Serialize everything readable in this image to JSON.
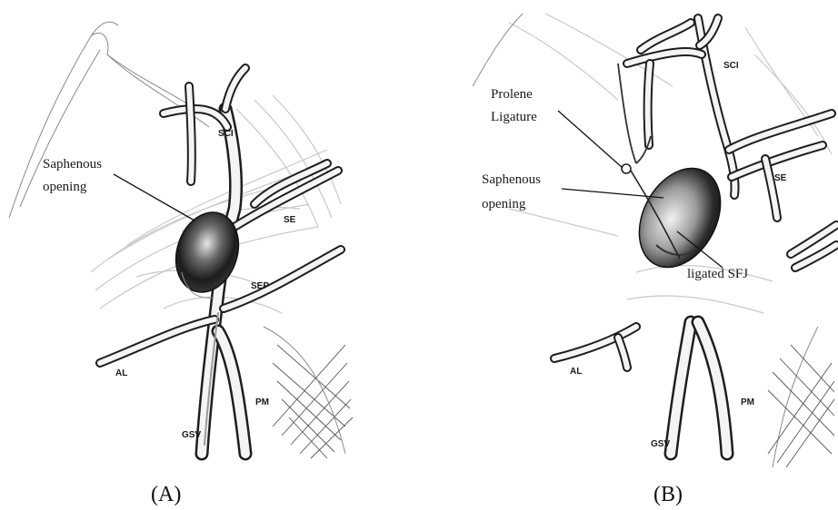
{
  "panels": [
    {
      "id": "A",
      "caption": "(A)",
      "labels": {
        "saphenous_opening_line1": "Saphenous",
        "saphenous_opening_line2": "opening",
        "sci": "SCI",
        "se": "SE",
        "sep": "SEP",
        "al": "AL",
        "pm": "PM",
        "gsv": "GSV"
      }
    },
    {
      "id": "B",
      "caption": "(B)",
      "labels": {
        "prolene_line1": "Prolene",
        "prolene_line2": "Ligature",
        "saphenous_opening_line1": "Saphenous",
        "saphenous_opening_line2": "opening",
        "ligated_sfj": "ligated SFJ",
        "sci": "SCI",
        "se": "SE",
        "al": "AL",
        "pm": "PM",
        "gsv": "GSV"
      }
    }
  ]
}
